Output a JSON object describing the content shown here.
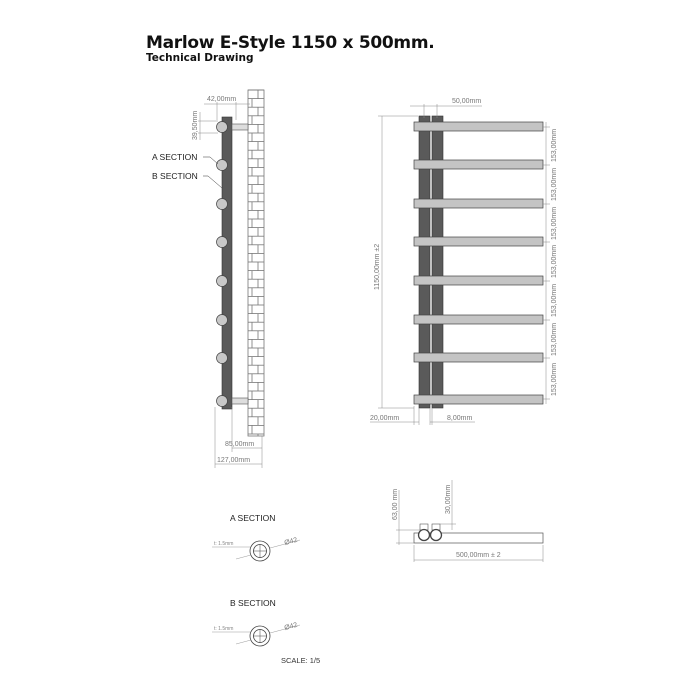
{
  "header": {
    "title": "Marlow E-Style 1150 x 500mm.",
    "subtitle": "Technical Drawing"
  },
  "side_view": {
    "dim_width": "42,00mm",
    "dim_top": "39,50mm",
    "label_a": "A SECTION",
    "label_b": "B SECTION",
    "dim_wall_85": "85,00mm",
    "dim_wall_127": "127,00mm"
  },
  "front_view": {
    "dim_top": "50,00mm",
    "dim_height": "1150,00mm ±2",
    "dim_left": "20,00mm",
    "dim_gap": "8,00mm",
    "bar_spacing_labels": [
      "153,00mm",
      "153,00mm",
      "153,00mm",
      "153,00mm",
      "153,00mm",
      "153,00mm",
      "153,00mm"
    ]
  },
  "top_view": {
    "dim_63": "63,00 mm",
    "dim_30": "30,00mm",
    "dim_width": "500,00mm ± 2"
  },
  "sections": {
    "a_title": "A SECTION",
    "a_thickness": "t: 1.5mm",
    "a_diameter": "Ø42",
    "b_title": "B SECTION",
    "b_thickness": "t: 1.5mm",
    "b_diameter": "Ø42"
  },
  "scale": "SCALE: 1/5",
  "colors": {
    "rail_dark": "#5a5a5a",
    "bar_light": "#c4c4c4",
    "dim_line": "#888888"
  }
}
